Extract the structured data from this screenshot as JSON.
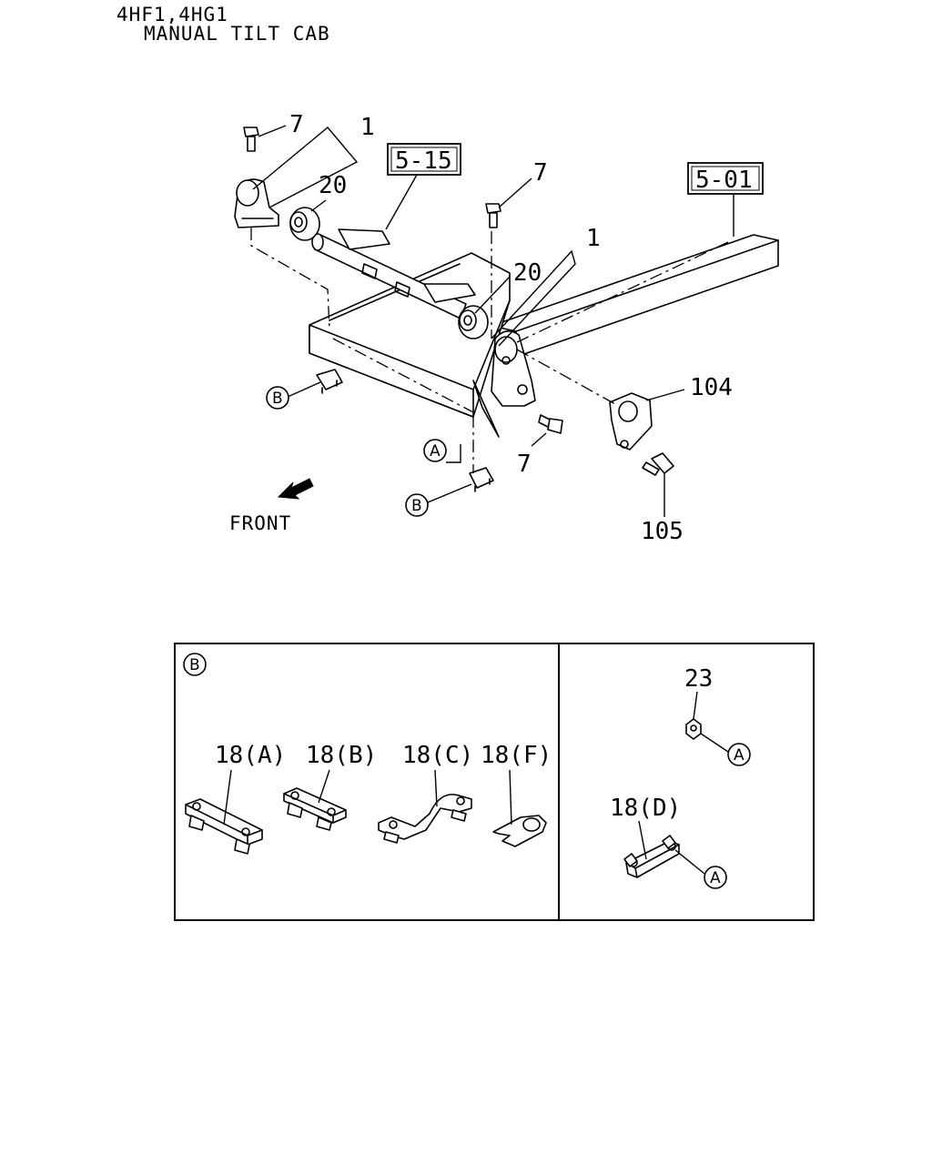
{
  "header": {
    "model_codes": "4HF1,4HG1",
    "subtitle": "MANUAL TILT CAB"
  },
  "callouts": {
    "ref_5_15": "5-15",
    "ref_5_01": "5-01",
    "part_1_left": "1",
    "part_1_right": "1",
    "part_7_top_left": "7",
    "part_7_top_right": "7",
    "part_7_bottom": "7",
    "part_20_left": "20",
    "part_20_right": "20",
    "part_104": "104",
    "part_105": "105",
    "marker_a_main": "A",
    "marker_b_left": "B",
    "marker_b_bottom": "B"
  },
  "front_label": "FRONT",
  "detail_b": {
    "marker": "B",
    "part_18a": "18(A)",
    "part_18b": "18(B)",
    "part_18c": "18(C)",
    "part_18f": "18(F)"
  },
  "detail_a": {
    "part_23": "23",
    "part_18d": "18(D)",
    "marker_a_nut": "A",
    "marker_a_plate": "A"
  }
}
